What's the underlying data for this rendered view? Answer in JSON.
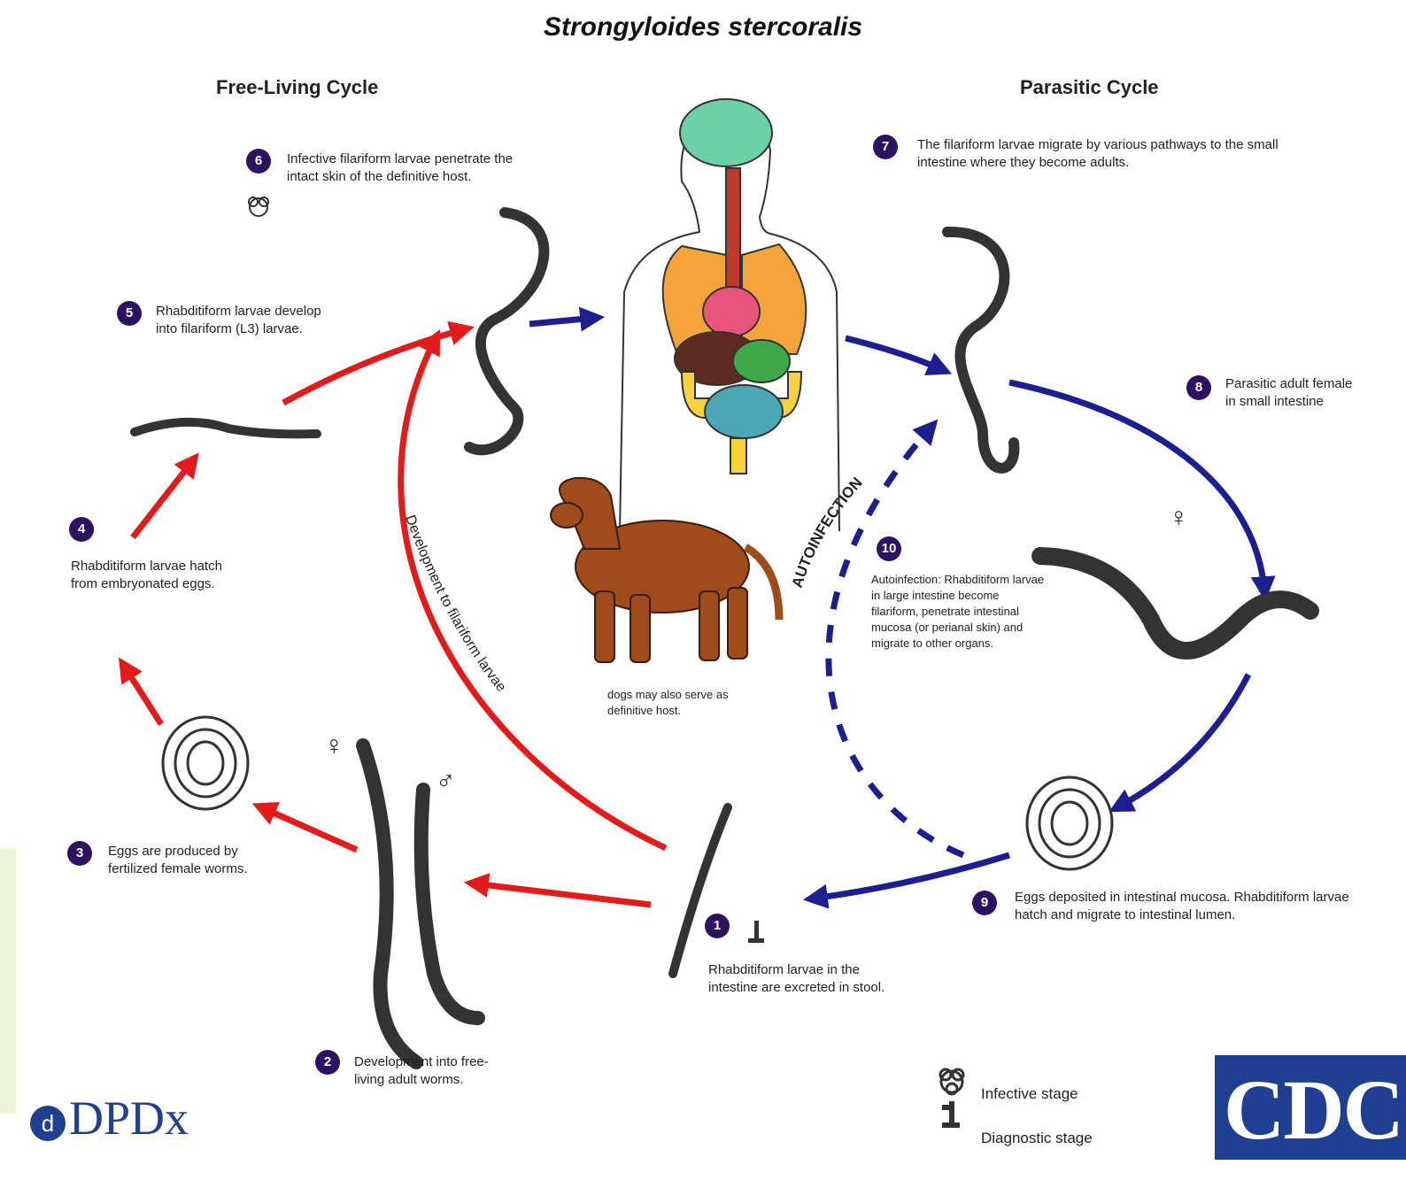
{
  "title": "Strongyloides stercoralis",
  "headings": {
    "free_living": "Free-Living Cycle",
    "parasitic": "Parasitic Cycle"
  },
  "steps": [
    {
      "num": "1",
      "text": "Rhabditiform larvae in the intestine are excreted in stool."
    },
    {
      "num": "2",
      "text": "Development into free-living adult worms."
    },
    {
      "num": "3",
      "text": "Eggs are produced by fertilized female worms."
    },
    {
      "num": "4",
      "text": "Rhabditiform larvae hatch from embryonated eggs."
    },
    {
      "num": "5",
      "text": "Rhabditiform larvae develop into filariform (L3) larvae."
    },
    {
      "num": "6",
      "text": "Infective filariform larvae penetrate the intact skin of the definitive host."
    },
    {
      "num": "7",
      "text": "The filariform larvae migrate by various pathways to the small intestine where they become adults."
    },
    {
      "num": "8",
      "text": "Parasitic adult female in small intestine"
    },
    {
      "num": "9",
      "text": "Eggs deposited in intestinal mucosa. Rhabditiform larvae hatch and migrate to intestinal lumen."
    },
    {
      "num": "10",
      "text": "Autoinfection: Rhabditiform larvae in large intestine become filariform, penetrate intestinal mucosa (or perianal skin) and migrate to other organs."
    }
  ],
  "labels": {
    "development_arrow": "Development to filariform larvae",
    "autoinfection": "AUTOINFECTION",
    "dog_note": "dogs may also serve as definitive host.",
    "female_symbol": "♀",
    "male_symbol": "♂"
  },
  "legend": {
    "infective": "Infective stage",
    "diagnostic": "Diagnostic stage"
  },
  "logos": {
    "dpdx": "DPDx",
    "cdc": "CDC"
  },
  "colors": {
    "free_living_arrow": "#e21b1b",
    "parasitic_arrow": "#1b1f8f",
    "step_badge": "#2d1262",
    "cdc_blue": "#1f3f93"
  }
}
